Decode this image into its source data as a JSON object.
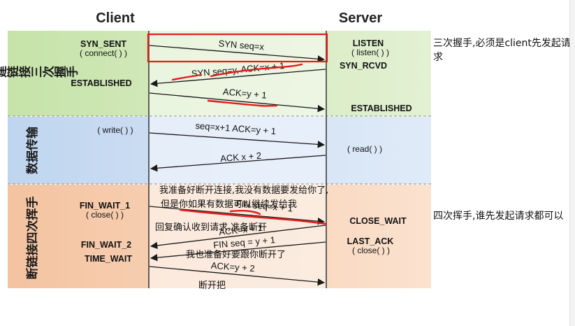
{
  "headers": {
    "client": "Client",
    "server": "Server"
  },
  "sections": {
    "handshake": "建链接三次握手",
    "data": "数据传输",
    "teardown": "断链接四次挥手"
  },
  "client_states": {
    "syn_sent": "SYN_SENT",
    "connect": "( connect( ) )",
    "established": "ESTABLISHED",
    "write": "( write( ) )",
    "fin_wait_1": "FIN_WAIT_1",
    "close": "( close( ) )",
    "fin_wait_2": "FIN_WAIT_2",
    "time_wait": "TIME_WAIT"
  },
  "server_states": {
    "listen": "LISTEN",
    "listen_call": "( listen( ) )",
    "syn_rcvd": "SYN_RCVD",
    "established": "ESTABLISHED",
    "read": "( read( ) )",
    "close_wait": "CLOSE_WAIT",
    "last_ack": "LAST_ACK",
    "close": "( close( ) )"
  },
  "messages": {
    "m1": "SYN seq=x",
    "m2": "SYN seq=y, ACK=x + 1",
    "m3": "ACK=y + 1",
    "m4": "seq=x+1 ACK=y + 1",
    "m5": "ACK x + 2",
    "m6": "FIN seq=x + 1",
    "m7": "ACK=x + 1",
    "m8": "FIN seq = y + 1",
    "m9": "ACK=y + 2"
  },
  "annotations": {
    "a1": "我准备好断开连接,我没有数据要发给你了,",
    "a2": "但是你如果有数据可以继续发给我",
    "a3": "回复确认收到请求,准备断开",
    "a4": "我也准备好要跟你断开了",
    "a5": "断开把"
  },
  "side_notes": {
    "note1": "三次握手,必须是client先发起请求",
    "note2": "四次挥手,谁先发起请求都可以"
  },
  "colors": {
    "band_handshake": "#d3eabf",
    "band_data": "#d2e1f3",
    "band_teardown": "#f7d3b8",
    "center_panel": "#ffffff",
    "annotation_red": "#e31c1c"
  }
}
